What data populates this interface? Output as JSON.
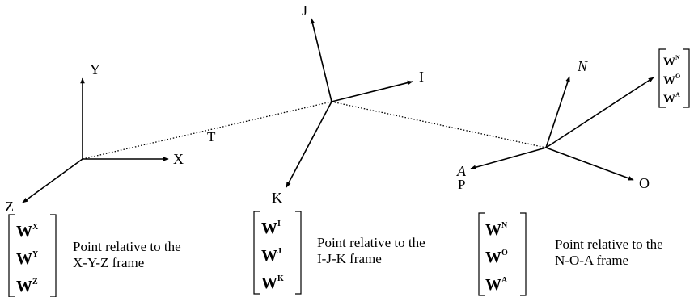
{
  "frames": {
    "world": {
      "axes": {
        "y": "Y",
        "x": "X",
        "z": "Z"
      },
      "vector": {
        "c1": "X",
        "c2": "Y",
        "c3": "Z"
      },
      "caption": {
        "line1": "Point relative to the",
        "line2": "X-Y-Z frame"
      }
    },
    "ijk": {
      "axes": {
        "j": "J",
        "i": "I",
        "k": "K"
      },
      "vector": {
        "c1": "I",
        "c2": "J",
        "c3": "K"
      },
      "caption": {
        "line1": "Point relative to the",
        "line2": "I-J-K frame"
      }
    },
    "noa": {
      "axes": {
        "n": "N",
        "o": "O",
        "a": "A"
      },
      "vector": {
        "c1": "N",
        "c2": "O",
        "c3": "A"
      },
      "caption": {
        "line1": "Point relative to the",
        "line2": "N-O-A frame"
      }
    }
  },
  "links": {
    "t": "T",
    "p": "P"
  },
  "corner_vector": {
    "c1": "N",
    "c2": "O",
    "c3": "A"
  },
  "vector_letter": "W"
}
